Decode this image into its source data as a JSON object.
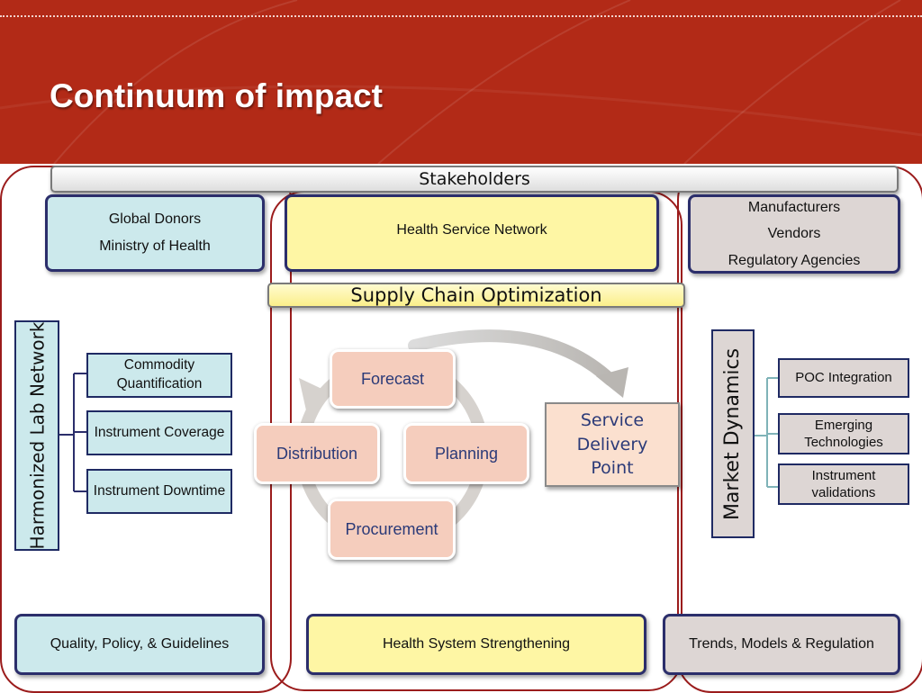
{
  "header": {
    "title": "Continuum of impact"
  },
  "stakeholders": {
    "label": "Stakeholders"
  },
  "top_boxes": {
    "left": [
      "Global Donors",
      "Ministry of Health"
    ],
    "center": "Health Service Network",
    "right": [
      "Manufacturers",
      "Vendors",
      "Regulatory Agencies"
    ]
  },
  "supply_chain": {
    "label": "Supply Chain Optimization"
  },
  "left_panel": {
    "vertical_label": "Harmonized Lab Network",
    "items": [
      "Commodity Quantification",
      "Instrument Coverage",
      "Instrument Downtime"
    ]
  },
  "cycle": {
    "steps": [
      "Forecast",
      "Planning",
      "Procurement",
      "Distribution"
    ],
    "target": "Service Delivery Point"
  },
  "right_panel": {
    "vertical_label": "Market Dynamics",
    "items": [
      "POC Integration",
      "Emerging Technologies",
      "Instrument validations"
    ]
  },
  "bottom_boxes": {
    "left": "Quality, Policy, & Guidelines",
    "center": "Health System Strengthening",
    "right": "Trends, Models & Regulation"
  },
  "colors": {
    "header_red": "#b22a17",
    "frame_red": "#9b1c1c",
    "box_border_navy": "#2b2e6b",
    "teal_fill": "#cce9ec",
    "yellow_fill": "#fef6a4",
    "gray_fill": "#ddd6d4",
    "cycle_fill": "#f5cdbd",
    "target_fill": "#fbe0cf"
  }
}
